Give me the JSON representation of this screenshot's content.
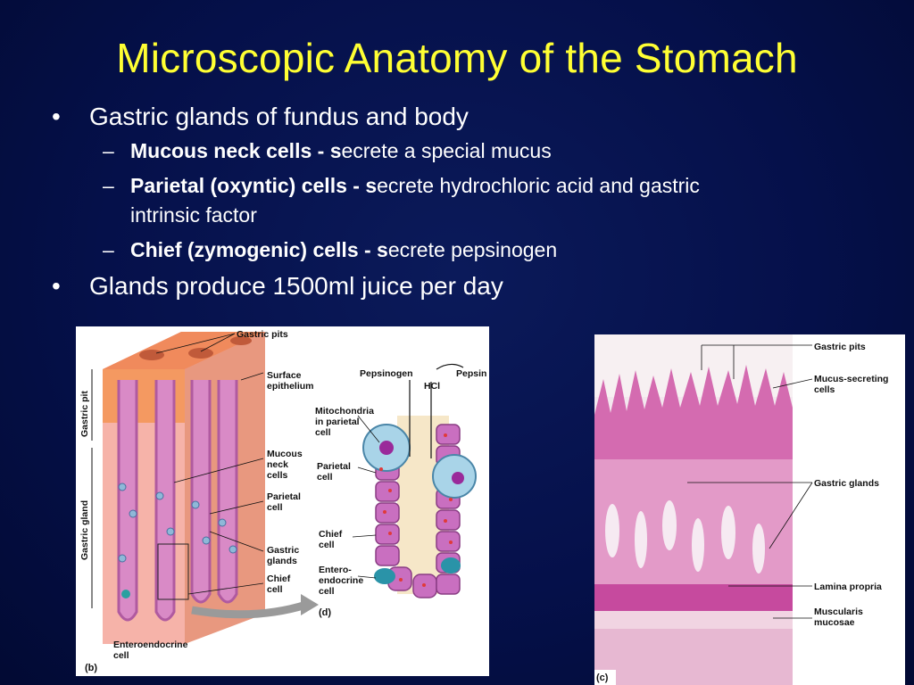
{
  "slide": {
    "title": "Microscopic Anatomy of the Stomach",
    "bullets": {
      "b1": "Gastric glands of fundus and body",
      "sub1_bold": "Mucous neck cells - s",
      "sub1_rest": "ecrete a special mucus",
      "sub2_bold": "Parietal (oxyntic) cells - s",
      "sub2_rest_line1": "ecrete hydrochloric acid and gastric",
      "sub2_rest_line2": "intrinsic factor",
      "sub3_bold": "Chief (zymogenic) cells - s",
      "sub3_rest": "ecrete pepsinogen",
      "b2": "Glands produce 1500ml juice per day"
    },
    "bullet_glyph": "•",
    "dash_glyph": "–"
  },
  "figure_b": {
    "panel_tag": "(b)",
    "side_gastric_pit": "Gastric pit",
    "side_gastric_gland": "Gastric gland",
    "gastric_pits": "Gastric pits",
    "surface_epithelium_1": "Surface",
    "surface_epithelium_2": "epithelium",
    "mucous_neck_1": "Mucous",
    "mucous_neck_2": "neck",
    "mucous_neck_3": "cells",
    "parietal_1": "Parietal",
    "parietal_2": "cell",
    "gastric_glands_1": "Gastric",
    "gastric_glands_2": "glands",
    "chief_1": "Chief",
    "chief_2": "cell",
    "enteroendocrine_1": "Enteroendocrine",
    "enteroendocrine_2": "cell"
  },
  "figure_d": {
    "panel_tag": "(d)",
    "pepsinogen": "Pepsinogen",
    "pepsin": "Pepsin",
    "hcl": "HCl",
    "mito_1": "Mitochondria",
    "mito_2": "in parietal",
    "mito_3": "cell",
    "parietal_1": "Parietal",
    "parietal_2": "cell",
    "chief_1": "Chief",
    "chief_2": "cell",
    "entero_1": "Entero-",
    "entero_2": "endocrine",
    "entero_3": "cell"
  },
  "figure_c": {
    "panel_tag": "(c)",
    "gastric_pits": "Gastric pits",
    "mucus_secreting_1": "Mucus-secreting",
    "mucus_secreting_2": "cells",
    "gastric_glands": "Gastric glands",
    "lamina_propria": "Lamina propria",
    "muscularis_1": "Muscularis",
    "muscularis_2": "mucosae"
  },
  "colors": {
    "background": "#05104a",
    "title": "#ffff33",
    "text": "#ffffff"
  }
}
